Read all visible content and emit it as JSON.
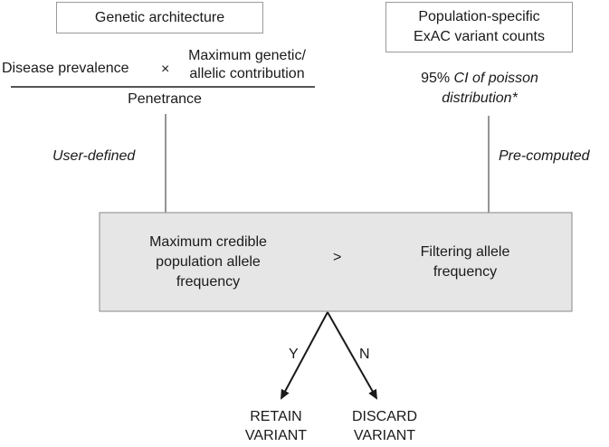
{
  "left_column": {
    "box_title": "Genetic architecture",
    "numerator_left": "Disease prevalence",
    "times_symbol": "×",
    "numerator_right_line1": "Maximum genetic/",
    "numerator_right_line2": "allelic contribution",
    "denominator": "Penetrance",
    "arrow_label": "User-defined"
  },
  "right_column": {
    "box_title_line1": "Population-specific",
    "box_title_line2": "ExAC variant counts",
    "ci_prefix": "95%",
    "ci_italic": "CI of poisson",
    "ci_line2": "distribution*",
    "arrow_label": "Pre-computed"
  },
  "comparison_box": {
    "left_line1": "Maximum credible",
    "left_line2": "population allele",
    "left_line3": "frequency",
    "operator": ">",
    "right_line1": "Filtering allele",
    "right_line2": "frequency"
  },
  "decision": {
    "yes_label": "Y",
    "no_label": "N",
    "retain_line1": "RETAIN",
    "retain_line2": "VARIANT",
    "discard_line1": "DISCARD",
    "discard_line2": "VARIANT"
  }
}
